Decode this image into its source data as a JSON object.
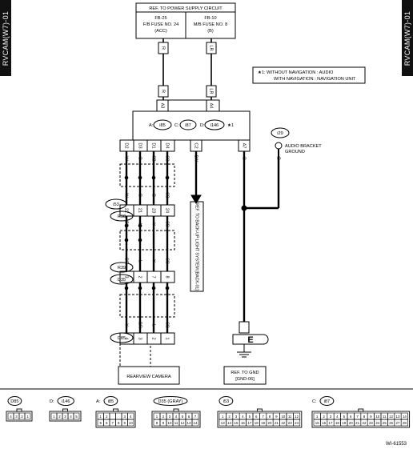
{
  "side_tab": "RVCAM(W7)-01",
  "power_box": {
    "title": "REF. TO POWER SUPPLY CIRCUIT",
    "fuse_left": [
      "FB-25",
      "F/B FUSE NO. 24",
      "(ACC)"
    ],
    "fuse_right": [
      "FB-10",
      "M/B FUSE NO. 8",
      "(B)"
    ]
  },
  "wire_colors": {
    "r": "R",
    "lr": "LR",
    "w": "W",
    "b": "B",
    "sb": "SB",
    "y": "Y",
    "br": "BR",
    "l": "L",
    "by": "B/Y",
    "bl": "B"
  },
  "legend": {
    "mark": "★1",
    "line1": ":  WITHOUT NAVIGATION  : AUDIO",
    "line2": "WITH NAVIGATION  : NAVIGATION UNIT"
  },
  "audio_unit": {
    "a_label": "A:",
    "a_conn": "i85",
    "c_label": "C:",
    "c_conn": "i87",
    "d_label": "D:",
    "d_conn": "i146",
    "star": "★1"
  },
  "pins_top": [
    "A3",
    "A4"
  ],
  "pins_bottom": [
    "D2",
    "D3",
    "D1",
    "D4",
    "C2",
    "A7"
  ],
  "connectors": {
    "i29": "i29",
    "i53": "i53",
    "r98": "R98",
    "r39": "R39",
    "d35": "D35",
    "d85": "D85"
  },
  "i53_pins": [
    "22",
    "21",
    "23",
    "24"
  ],
  "d35_pins": [
    "3",
    "2",
    "7",
    "8"
  ],
  "d85_pins": [
    "4",
    "3",
    "2",
    "1"
  ],
  "audio_ground": [
    "AUDIO BRACKET",
    "GROUND"
  ],
  "backup_ref": "REF. TO BACK-UP LIGHT SYSTEM [BACK-01]",
  "camera_label": "REARVIEW CAMERA",
  "ground_symbol": "E",
  "gnd_ref": [
    "REF. TO GND",
    "[GND-06]"
  ],
  "bottom_connectors": [
    {
      "label": "",
      "code": "D85",
      "pins": [
        "4",
        "3",
        "2",
        "1"
      ]
    },
    {
      "label": "D:",
      "code": "i146",
      "pins": [
        "1",
        "2",
        "3",
        "4",
        "5"
      ]
    },
    {
      "label": "A:",
      "code": "i85",
      "pins": [
        "1",
        "2",
        "",
        "",
        "3",
        "4",
        "5",
        "6",
        "7",
        "8",
        "9",
        "10"
      ]
    },
    {
      "label": "",
      "code": "D35 (GRAY)",
      "pins": [
        "1",
        "2",
        "3",
        "4",
        "5",
        "6",
        "7",
        "8",
        "9",
        "10",
        "11",
        "12",
        "13",
        "14"
      ]
    },
    {
      "label": "",
      "code": "i53",
      "pins": [
        "1",
        "2",
        "3",
        "4",
        "5",
        "6",
        "7",
        "8",
        "9",
        "10",
        "11",
        "12",
        "13",
        "14",
        "15",
        "16",
        "17",
        "18",
        "19",
        "20",
        "21",
        "22",
        "23",
        "24"
      ]
    },
    {
      "label": "C:",
      "code": "i87",
      "pins": [
        "1",
        "2",
        "3",
        "4",
        "5",
        "6",
        "7",
        "8",
        "9",
        "10",
        "11",
        "12",
        "13",
        "14",
        "15",
        "16",
        "17",
        "18",
        "19",
        "20",
        "21",
        "22",
        "23",
        "24",
        "25",
        "26",
        "27",
        "28"
      ]
    }
  ],
  "figure_id": "WI-61553"
}
